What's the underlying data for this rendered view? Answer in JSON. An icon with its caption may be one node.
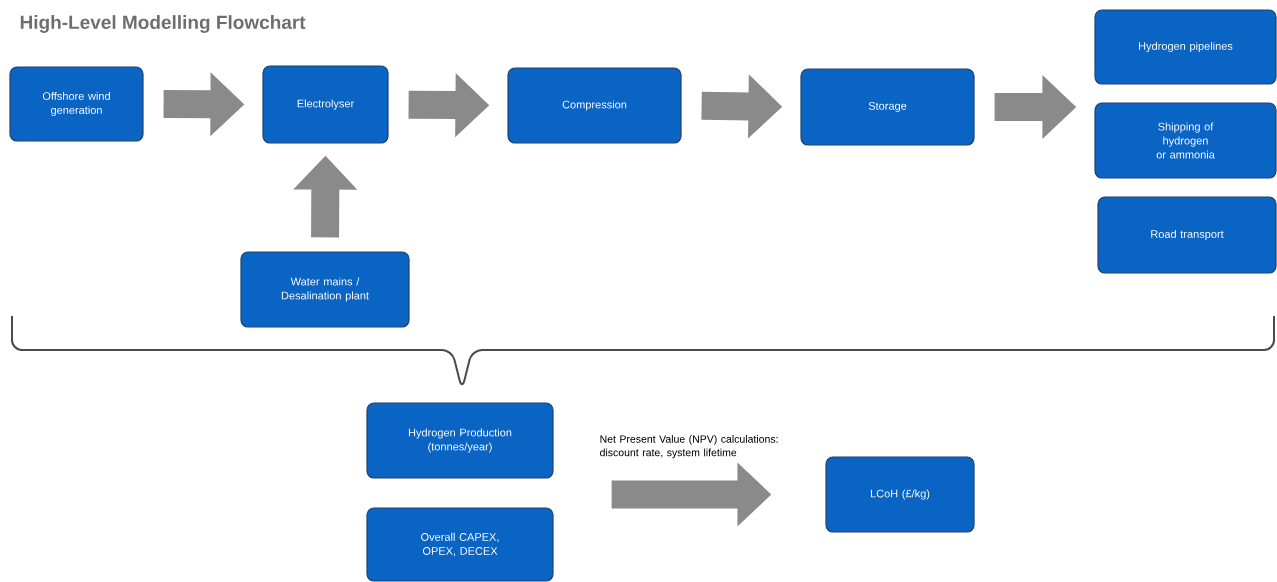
{
  "diagram": {
    "title": "High-Level Modelling Flowchart",
    "nodes": [
      {
        "text": [
          "Offshore wind generation"
        ]
      },
      {
        "text": [
          "Electrolyser"
        ]
      },
      {
        "text": [
          "Compression"
        ]
      },
      {
        "text": [
          "Storage"
        ]
      },
      {
        "text": [
          "Hydrogen pipelines"
        ]
      },
      {
        "text": [
          "Shipping of hydrogen or ammonia"
        ]
      },
      {
        "text": [
          "Road transport"
        ]
      },
      {
        "text": [
          "Water mains / Desalination plant"
        ]
      },
      {
        "text": [
          "Hydrogen Production (tonnes/year)"
        ]
      },
      {
        "text": [
          "Overall CAPEX, OPEX, DECEX"
        ]
      },
      {
        "text": [
          "LCoH (£/kg)"
        ]
      }
    ],
    "edges": [
      {
        "from": 0,
        "to": 1,
        "arrow": "to"
      },
      {
        "from": 1,
        "to": 2,
        "arrow": "to"
      },
      {
        "from": 2,
        "to": 3,
        "arrow": "to"
      },
      {
        "from": 3,
        "to": 5,
        "arrow": "to"
      },
      {
        "from": 7,
        "to": 1,
        "arrow": "to"
      },
      {
        "from": 8,
        "to": 10,
        "arrow": "to",
        "label": "Net Present Value (NPV) calculations: discount rate, system lifetime"
      }
    ]
  }
}
